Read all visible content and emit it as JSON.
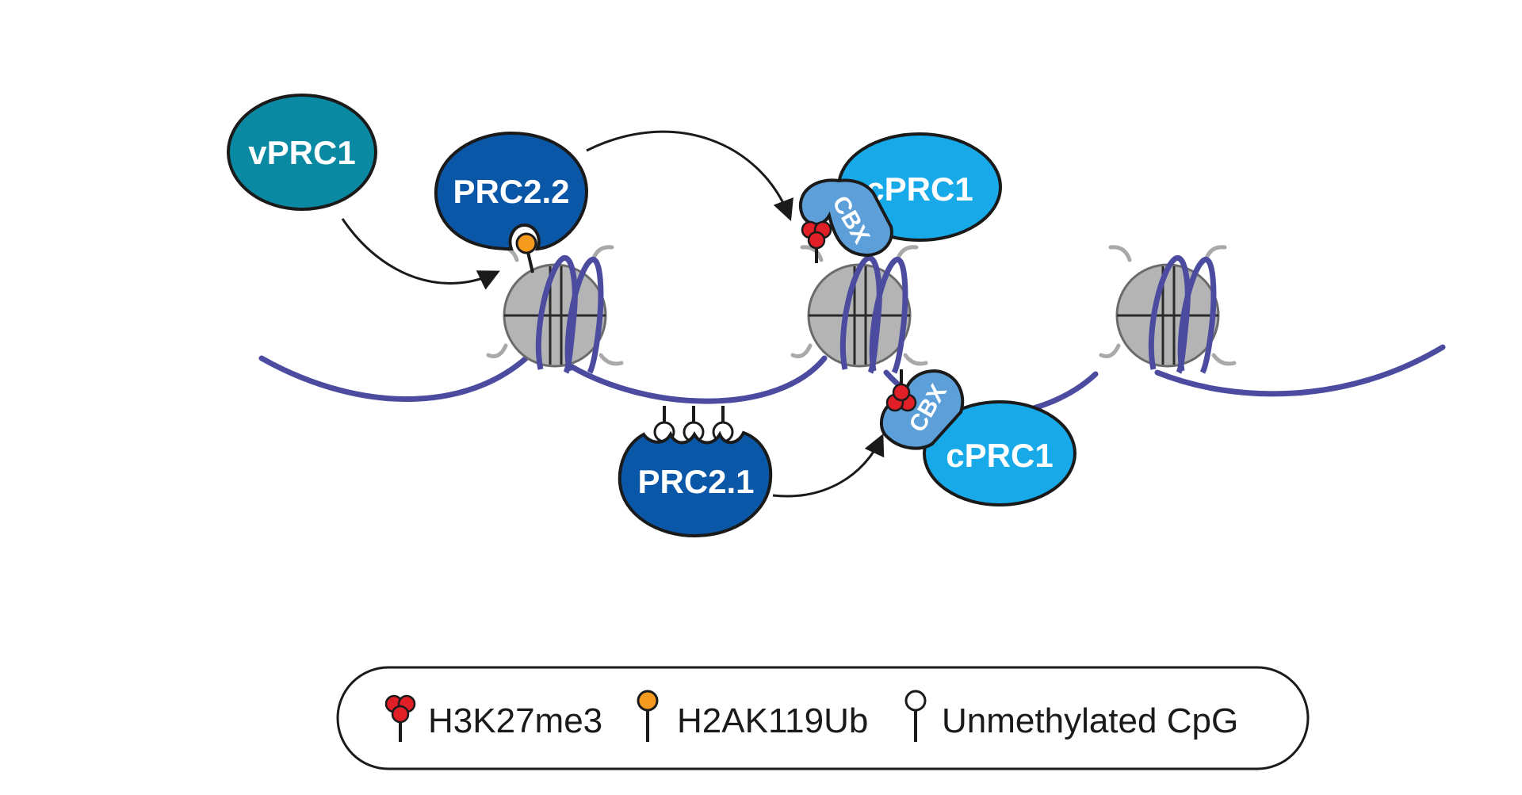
{
  "complexes": {
    "vprc1": "vPRC1",
    "prc2_2": "PRC2.2",
    "prc2_1": "PRC2.1",
    "cprc1_top": "cPRC1",
    "cprc1_bottom": "cPRC1",
    "cbx_top": "CBX",
    "cbx_bottom": "CBX"
  },
  "legend": {
    "h3k27me3": "H3K27me3",
    "h2ak119ub": "H2AK119Ub",
    "unmethylated_cpg": "Unmethylated CpG"
  },
  "colors": {
    "vprc1": "#0a8aa2",
    "prc2": "#0a57a8",
    "cprc1": "#17a9e8",
    "cbx": "#5d9fd8",
    "dna": "#4b4ba0",
    "histone": "#b4b4b4",
    "h3k27me3": "#e11f26",
    "h2ak119ub": "#f39a1f"
  },
  "icons": {
    "h3k27me3_mark": "red-triple-circle-lollipop",
    "h2ak119ub_mark": "orange-circle-lollipop",
    "cpg_mark": "open-circle-lollipop"
  }
}
